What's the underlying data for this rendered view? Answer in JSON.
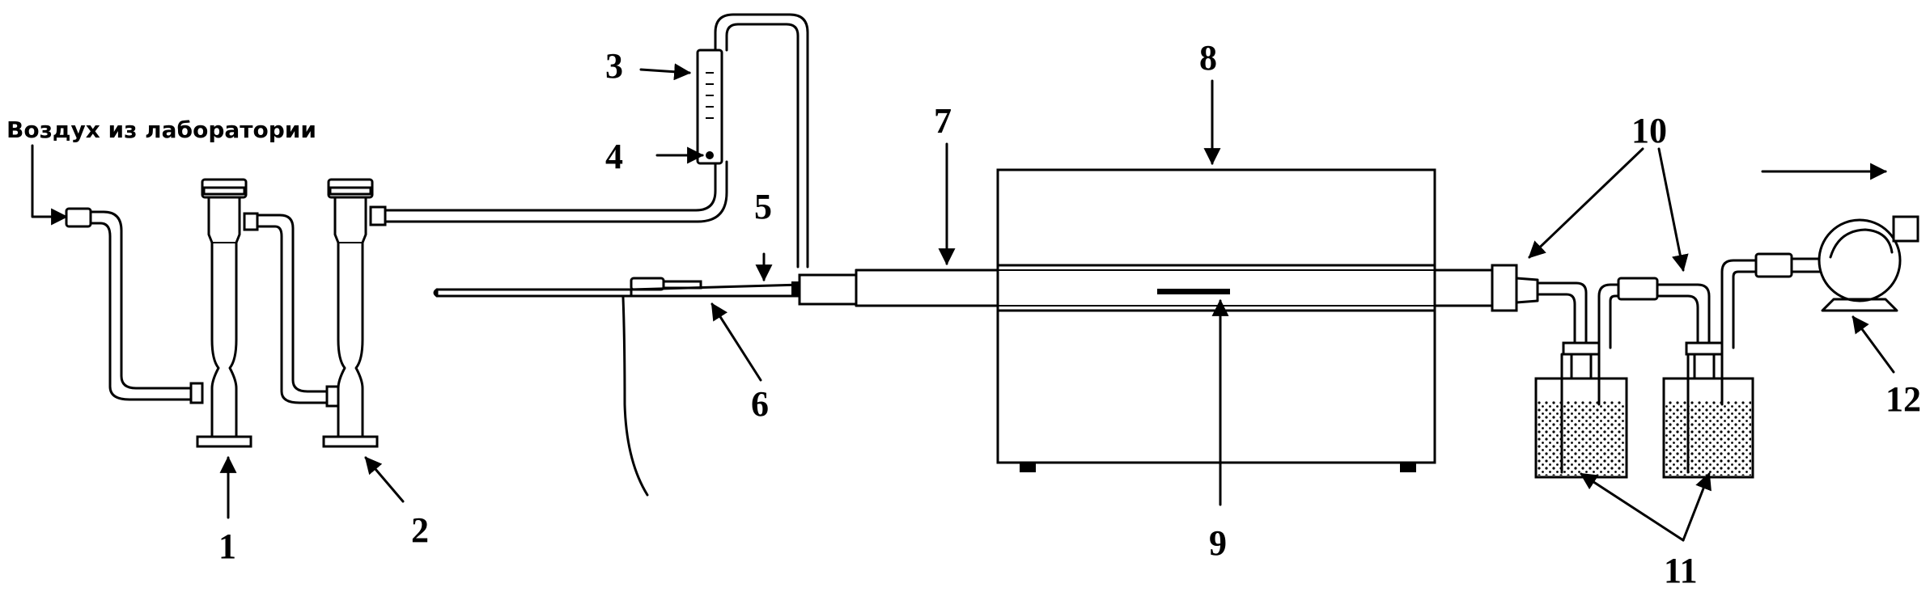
{
  "caption": "Воздух из лаборатории",
  "labels": {
    "n1": "1",
    "n2": "2",
    "n3": "3",
    "n4": "4",
    "n5": "5",
    "n6": "6",
    "n7": "7",
    "n8": "8",
    "n9": "9",
    "n10": "10",
    "n11": "11",
    "n12": "12"
  },
  "colors": {
    "ink": "#000000",
    "paper": "#ffffff"
  },
  "icons": {
    "flow-arrow": "flow-direction-arrow-icon"
  }
}
